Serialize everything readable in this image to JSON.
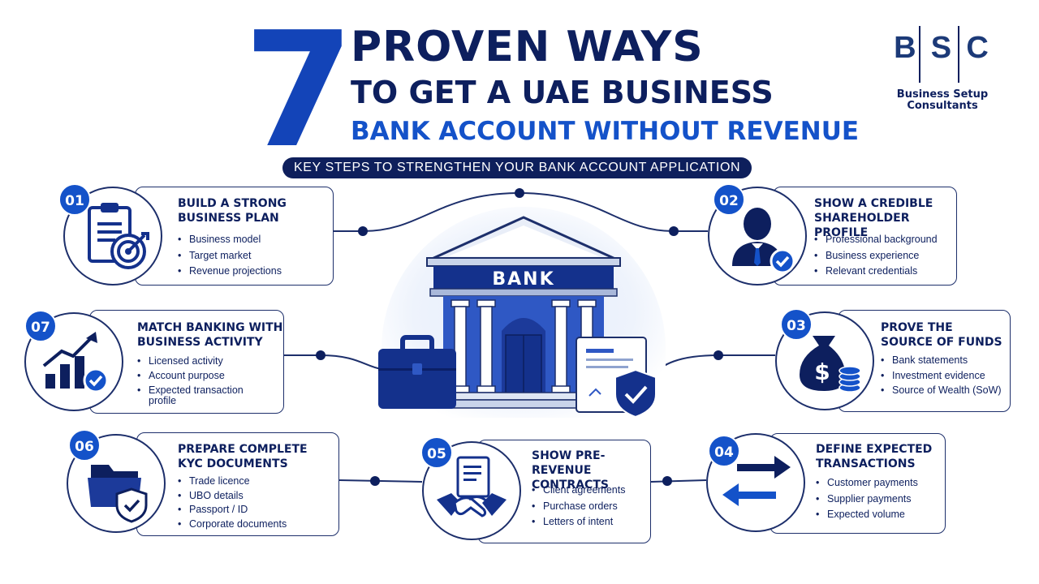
{
  "header": {
    "number": "7",
    "line1": "PROVEN WAYS",
    "line2": "TO GET A UAE BUSINESS",
    "line3": "BANK ACCOUNT WITHOUT REVENUE",
    "subtitle": "KEY STEPS TO STRENGTHEN YOUR BANK ACCOUNT APPLICATION"
  },
  "logo": {
    "letters": [
      "B",
      "S",
      "C"
    ],
    "line1": "Business Setup",
    "line2": "Consultants"
  },
  "center": {
    "bank_label": "BANK"
  },
  "colors": {
    "navy": "#0d1f5e",
    "accent_blue": "#1452c9",
    "bright_blue": "#1344b8"
  },
  "steps": [
    {
      "number": "01",
      "title1": "BUILD A STRONG",
      "title2": "BUSINESS PLAN",
      "icon": "clipboard-target-icon",
      "items": [
        "Business model",
        "Target market",
        "Revenue projections"
      ]
    },
    {
      "number": "02",
      "title1": "SHOW A CREDIBLE",
      "title2": "SHAREHOLDER PROFILE",
      "icon": "businessman-icon",
      "items": [
        "Professional background",
        "Business experience",
        "Relevant credentials"
      ]
    },
    {
      "number": "03",
      "title1": "PROVE THE",
      "title2": "SOURCE OF FUNDS",
      "icon": "money-bag-coins-icon",
      "items": [
        "Bank statements",
        "Investment evidence",
        "Source of Wealth (SoW)"
      ]
    },
    {
      "number": "04",
      "title1": "DEFINE EXPECTED",
      "title2": "TRANSACTIONS",
      "icon": "transfer-arrows-icon",
      "items": [
        "Customer payments",
        "Supplier payments",
        "Expected volume"
      ]
    },
    {
      "number": "05",
      "title1": "SHOW PRE-REVENUE",
      "title2": "CONTRACTS",
      "icon": "handshake-document-icon",
      "items": [
        "Client agreements",
        "Purchase orders",
        "Letters of intent"
      ]
    },
    {
      "number": "06",
      "title1": "PREPARE COMPLETE",
      "title2": "KYC DOCUMENTS",
      "icon": "folder-shield-icon",
      "items": [
        "Trade licence",
        "UBO details",
        "Passport / ID",
        "Corporate documents"
      ]
    },
    {
      "number": "07",
      "title1": "MATCH BANKING WITH",
      "title2": "BUSINESS ACTIVITY",
      "icon": "growth-chart-check-icon",
      "items": [
        "Licensed activity",
        "Account purpose",
        "Expected transaction",
        "profile"
      ]
    }
  ]
}
